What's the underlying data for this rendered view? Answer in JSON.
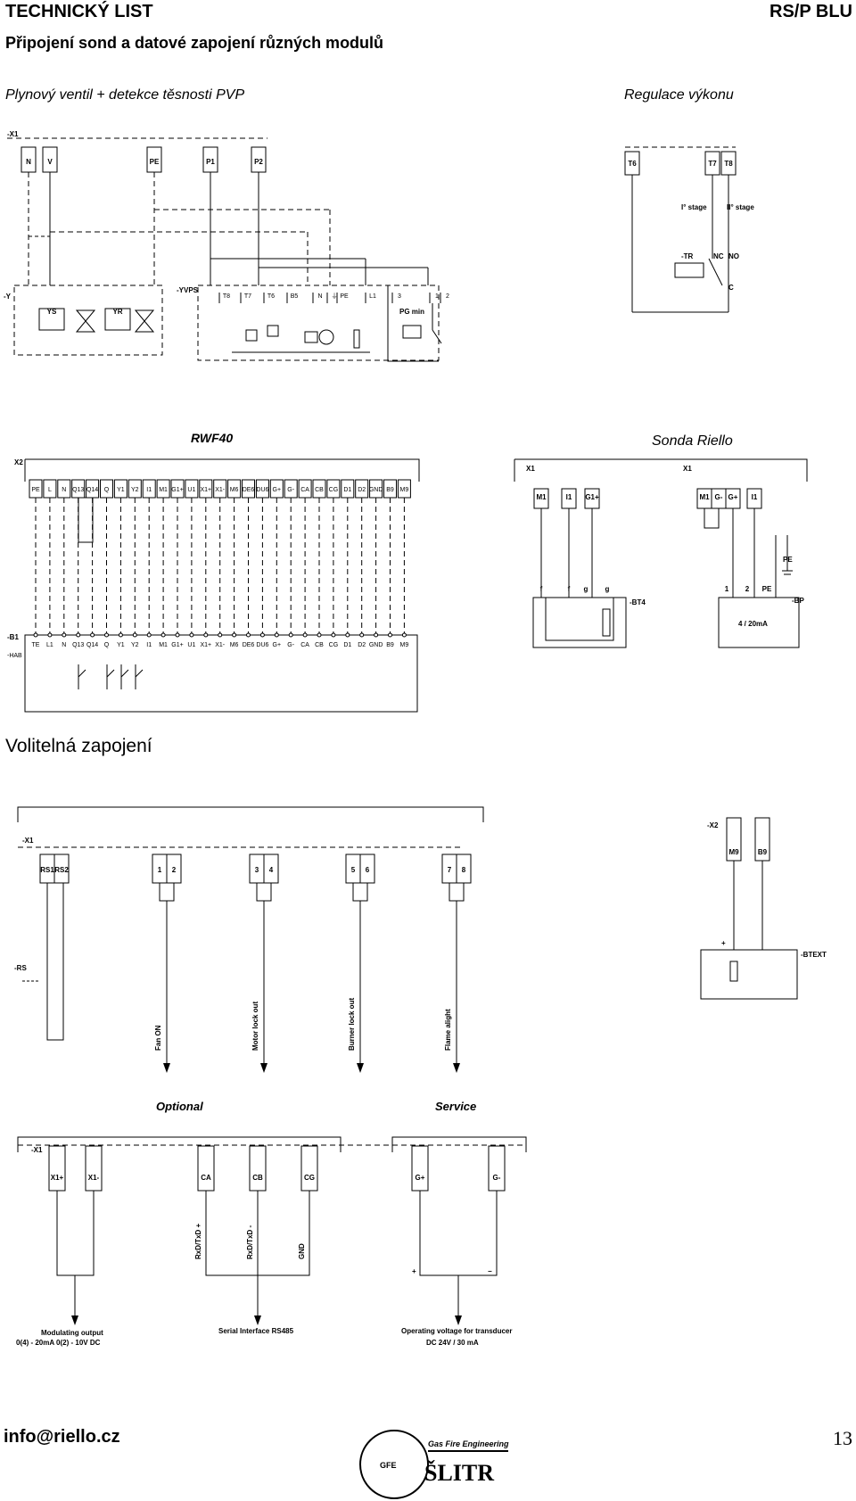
{
  "header": {
    "title": "TECHNICKÝ LIST",
    "model": "RS/P BLU"
  },
  "subtitle": "Připojení sond a datové zapojení různých modulů",
  "captions": {
    "gas_valve": "Plynový ventil + detekce těsnosti PVP",
    "power_reg": "Regulace výkonu",
    "riello_probe": "Sonda Riello"
  },
  "section_optional": "Volitelná zapojení",
  "diagram": {
    "top_connector": "-X1",
    "top_terminals": [
      "N",
      "V",
      "PE",
      "P1",
      "P2"
    ],
    "power_terminals": [
      "T6",
      "T7",
      "T8"
    ],
    "stage1": "I° stage",
    "stage2": "II° stage",
    "tr_label": "-TR",
    "nc": "NC",
    "no": "NO",
    "c": "C",
    "y_label": "-Y",
    "yvps_label": "-YVPS",
    "valve_labels": [
      "YS",
      "YR"
    ],
    "yvps_terminals": [
      "T8",
      "T7",
      "T6",
      "B5",
      "N",
      "⏚",
      "PE",
      "L1",
      "3",
      "1",
      "2"
    ],
    "pg_min": "PG min",
    "rwf_title": "RWF40",
    "x2": "X2",
    "rwf_terminals": [
      "PE",
      "L",
      "N",
      "Q13",
      "Q14",
      "Q",
      "Y1",
      "Y2",
      "I1",
      "M1",
      "G1+",
      "U1",
      "X1+",
      "X1-",
      "M6",
      "DE6",
      "DU6",
      "G+",
      "G-",
      "CA",
      "CB",
      "CG",
      "D1",
      "D2",
      "GND",
      "B9",
      "M9"
    ],
    "b1_label": "-B1",
    "b1_sub": "-HAB",
    "b1_terminals": [
      "TE",
      "L1",
      "N",
      "Q13",
      "Q14",
      "Q",
      "Y1",
      "Y2",
      "I1",
      "M1",
      "G1+",
      "U1",
      "X1+",
      "X1-",
      "M6",
      "DE6",
      "DU6",
      "G+",
      "G-",
      "CA",
      "CB",
      "CG",
      "D1",
      "D2",
      "GND",
      "B9",
      "M9"
    ],
    "probe_x1": "X1",
    "probe_left_terminals": [
      "M1",
      "I1",
      "G1+"
    ],
    "probe_right_terminals": [
      "M1",
      "G-",
      "G+",
      "I1"
    ],
    "bt4": "-BT4",
    "bp": "-BP",
    "bp_range": "4 / 20mA",
    "pe": "PE",
    "probe_points_left": [
      "f",
      "f",
      "g",
      "g"
    ],
    "probe_points_right": [
      "1",
      "2",
      "PE"
    ],
    "opt_x1": "-X1",
    "opt_terminals": [
      "RS1",
      "RS2",
      "1",
      "2",
      "3",
      "4",
      "5",
      "6",
      "7",
      "8"
    ],
    "rs_label": "-RS",
    "signals": [
      "Fan ON",
      "Motor lock out",
      "Burner lock out",
      "Flame alight"
    ],
    "x2b": "-X2",
    "x2b_terminals": [
      "M9",
      "B9"
    ],
    "btext": "-BTEXT",
    "plus": "+",
    "optional": "Optional",
    "service": "Service",
    "bot_x1": "-X1",
    "bot_terminals": [
      "X1+",
      "X1-",
      "CA",
      "CB",
      "CG",
      "G+",
      "G-"
    ],
    "rxd_plus": "RxD/TxD +",
    "rxd_minus": "RxD/TxD -",
    "gnd": "GND",
    "minus": "−",
    "out1a": "Modulating output",
    "out1b": "0(4) - 20mA   0(2) - 10V DC",
    "out2": "Serial Interface RS485",
    "out3a": "Operating voltage for transducer",
    "out3b": "DC 24V / 30 mA"
  },
  "footer": {
    "email": "info@riello.cz",
    "page": "13",
    "logo_top": "Gas Fire Engineering",
    "logo_name": "ŠLITR",
    "logo_badge": "GFE"
  }
}
